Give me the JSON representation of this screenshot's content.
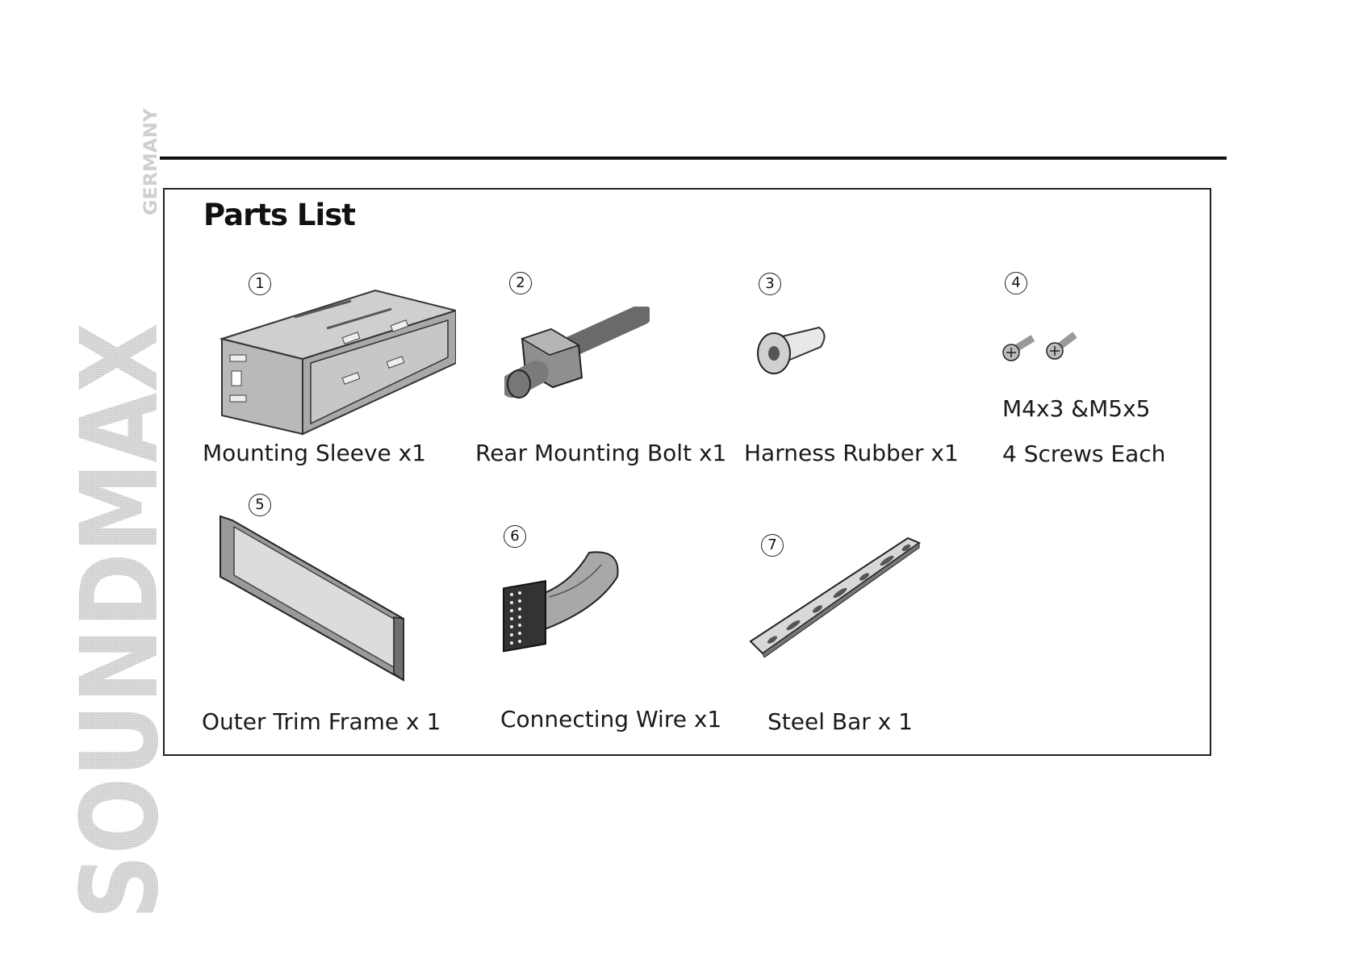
{
  "brand": {
    "name": "SOUNDMAX",
    "country": "GERMANY"
  },
  "section": {
    "title": "Parts List"
  },
  "parts": [
    {
      "number": "1",
      "label": "Mounting Sleeve x1",
      "icon": "mounting-sleeve-icon"
    },
    {
      "number": "2",
      "label": "Rear Mounting Bolt x1",
      "icon": "mounting-bolt-icon"
    },
    {
      "number": "3",
      "label": "Harness Rubber x1",
      "icon": "harness-rubber-icon"
    },
    {
      "number": "4",
      "label": "M4x3 &M5x5",
      "label2": "4 Screws Each",
      "icon": "screws-icon"
    },
    {
      "number": "5",
      "label": "Outer Trim Frame x 1",
      "icon": "trim-frame-icon"
    },
    {
      "number": "6",
      "label": "Connecting Wire x1",
      "icon": "connecting-wire-icon"
    },
    {
      "number": "7",
      "label": "Steel Bar x 1",
      "icon": "steel-bar-icon"
    }
  ]
}
